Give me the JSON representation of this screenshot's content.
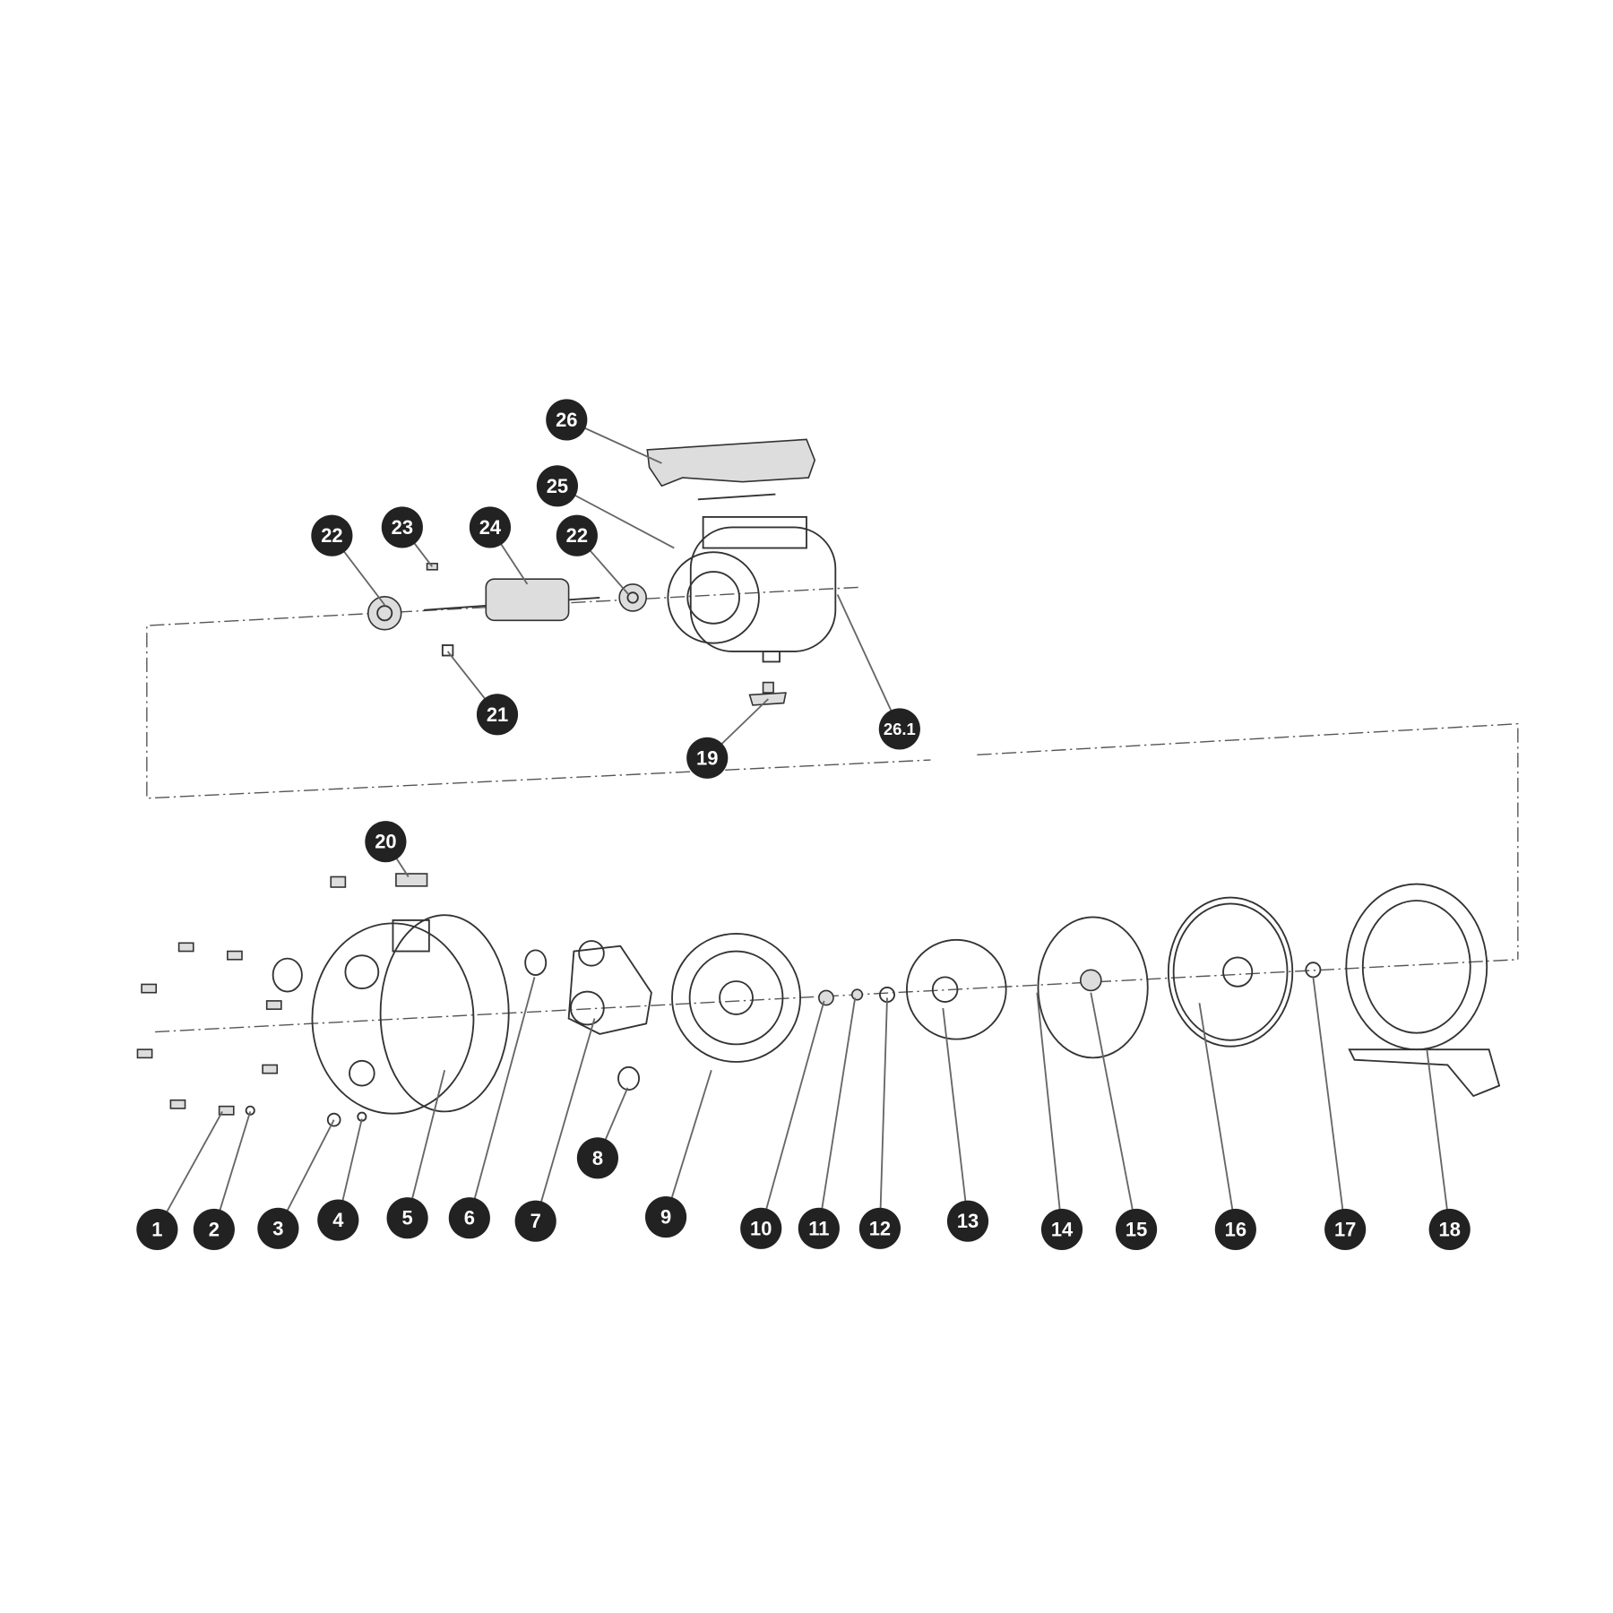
{
  "diagram": {
    "type": "exploded-parts-view",
    "callouts": [
      "1",
      "2",
      "3",
      "4",
      "5",
      "6",
      "7",
      "8",
      "9",
      "10",
      "11",
      "12",
      "13",
      "14",
      "15",
      "16",
      "17",
      "18",
      "19",
      "20",
      "21",
      "22",
      "22",
      "23",
      "24",
      "25",
      "26",
      "26.1"
    ]
  }
}
